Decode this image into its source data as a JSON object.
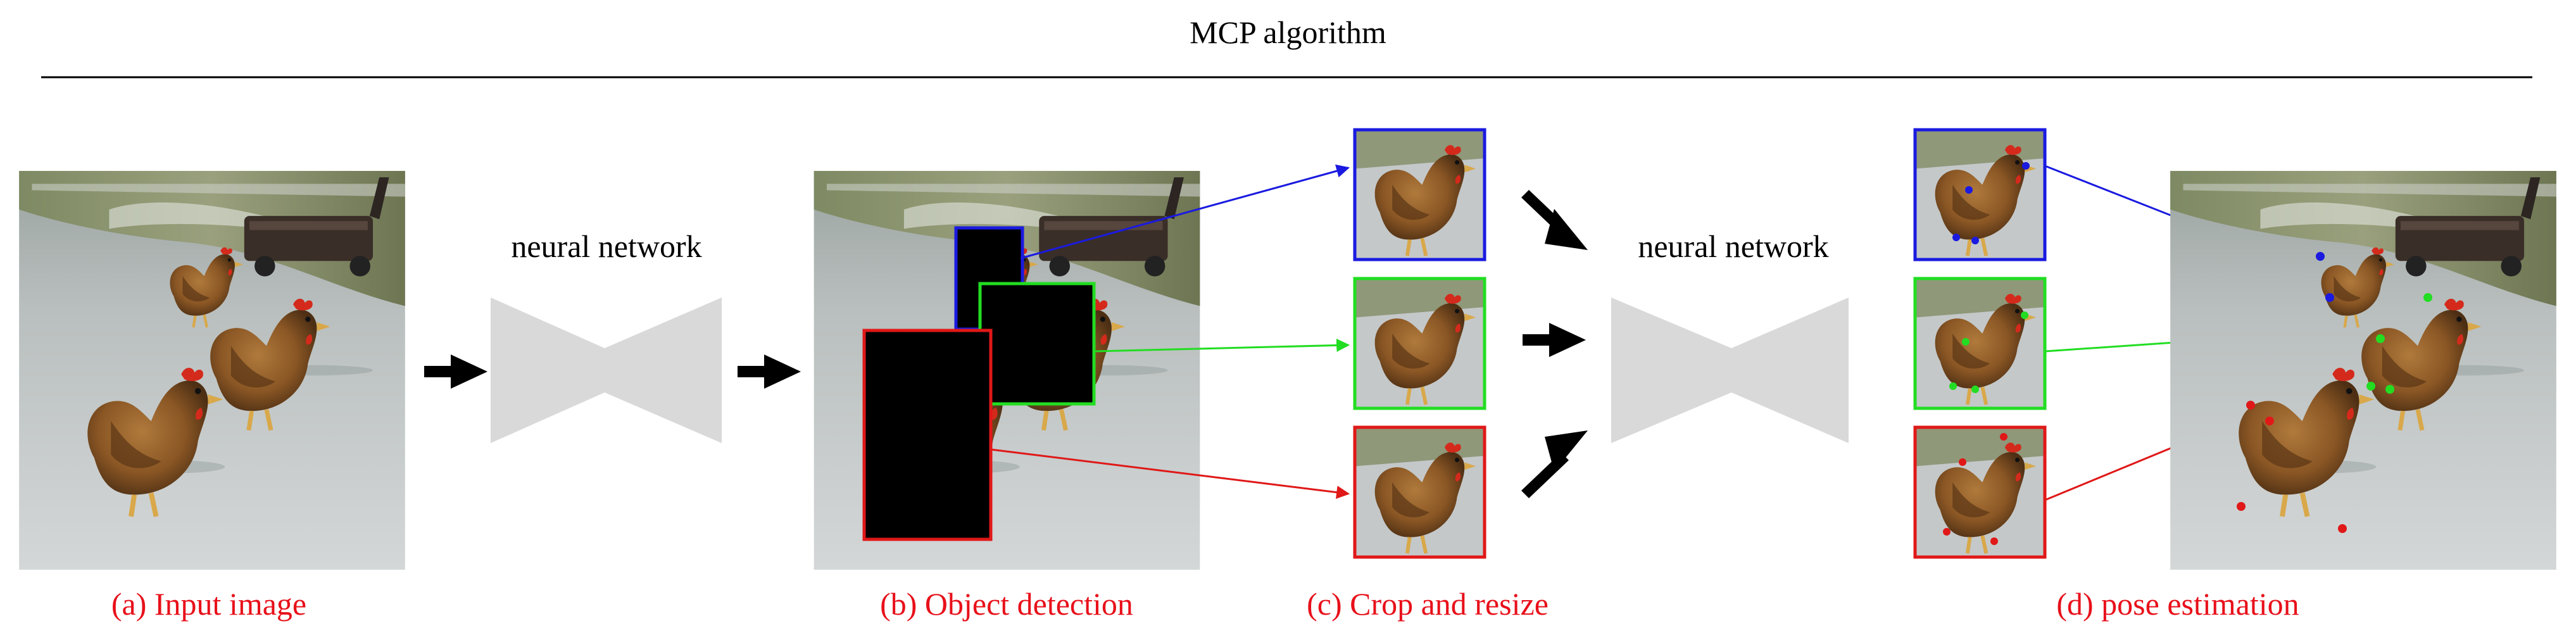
{
  "title": "MCP algorithm",
  "stages": {
    "network_label_1": "neural network",
    "network_label_2": "neural network"
  },
  "captions": {
    "a": "(a) Input image",
    "b": "(b) Object detection",
    "c": "(c) Crop and resize",
    "d": "(d) pose estimation"
  },
  "colors": {
    "caption": "#e8101a",
    "blue": "#1a1ae0",
    "green": "#22dd22",
    "red": "#e01818",
    "network": "#d9d9d9",
    "arrow": "#000000"
  },
  "icons": [
    "photo-input-scene",
    "photo-detection-scene",
    "photo-output-scene",
    "chicken-crop"
  ]
}
